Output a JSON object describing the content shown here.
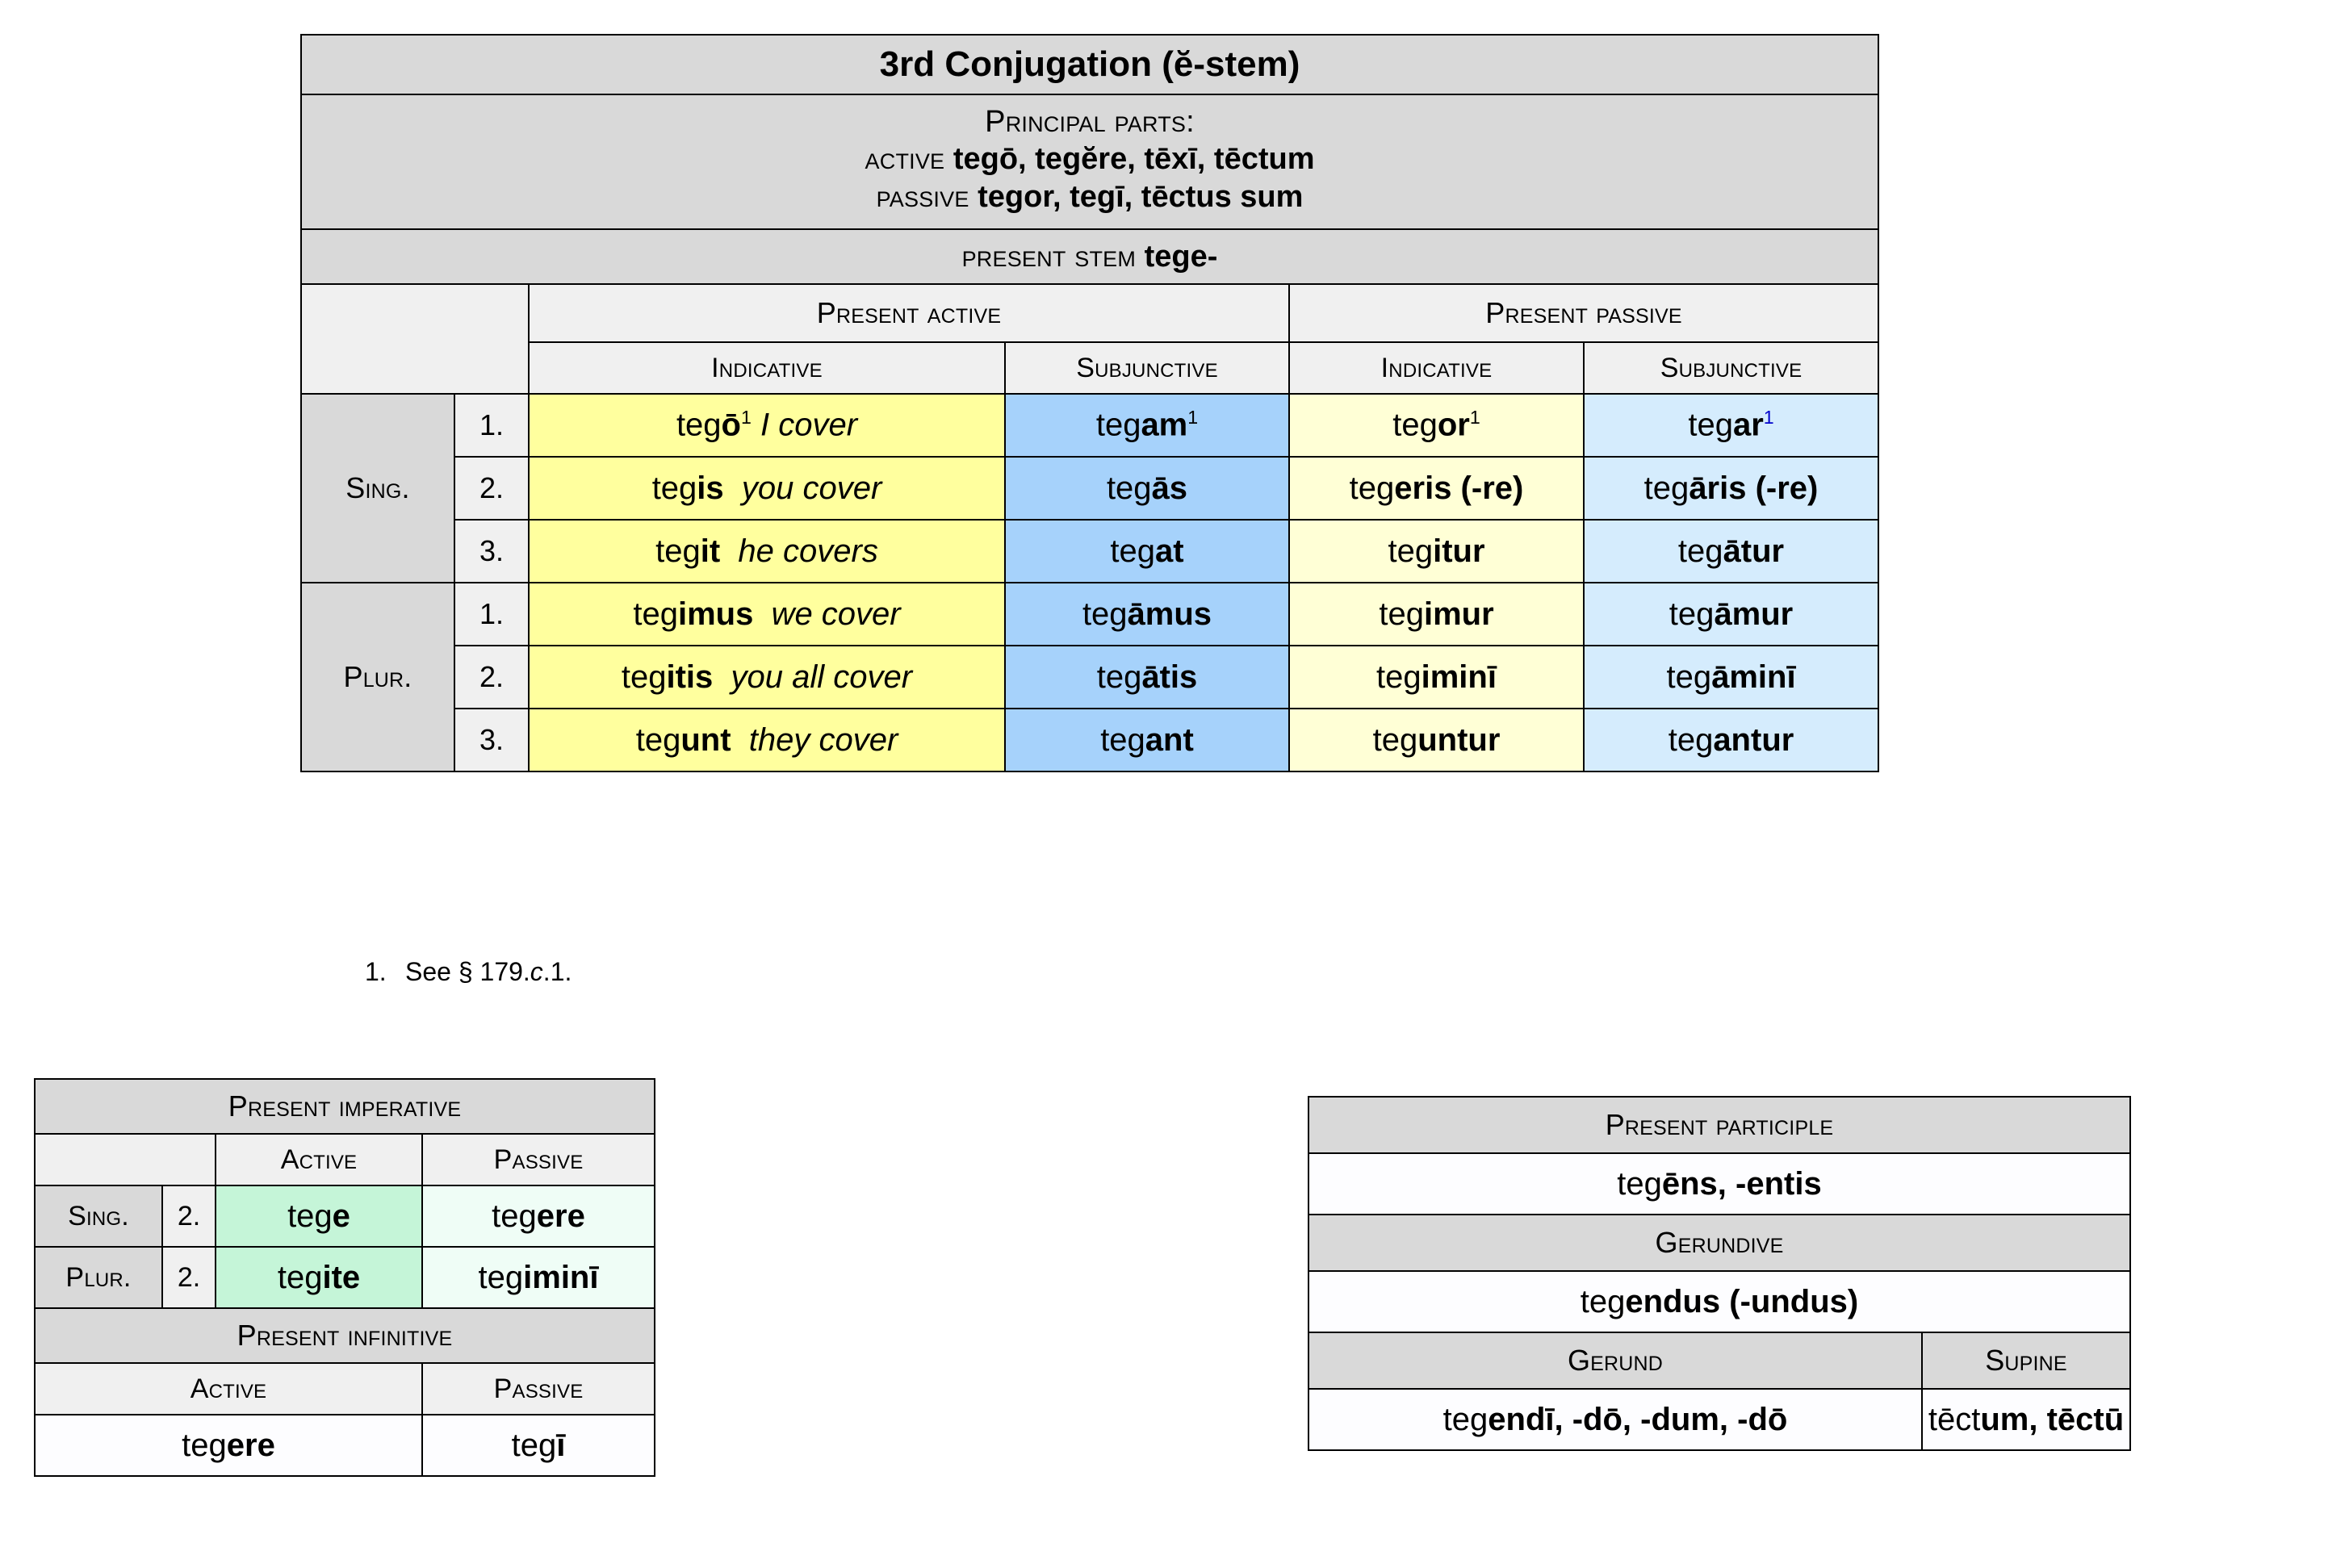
{
  "main_table": {
    "title": "3rd Conjugation (ĕ-stem)",
    "principal_parts": {
      "heading": "Principal Parts:",
      "active_label": "Active",
      "active_forms": "tegō, tegĕre, tēxī, tēctum",
      "passive_label": "Passive",
      "passive_forms": "tegor, tegī, tēctus sum"
    },
    "present_stem": {
      "label": "Present Stem",
      "value": "tege-"
    },
    "voice_headers": [
      "Present Active",
      "Present Passive"
    ],
    "mood_headers": [
      "Indicative",
      "Subjunctive",
      "Indicative",
      "Subjunctive"
    ],
    "number_labels": {
      "singular": "Sing.",
      "plural": "Plur."
    },
    "rows": [
      {
        "number": "1.",
        "act_ind_stem": "teg",
        "act_ind_ending": "ō",
        "act_ind_sup": "1",
        "act_ind_gloss": "I cover",
        "act_sub_stem": "teg",
        "act_sub_ending": "am",
        "act_sub_sup": "1",
        "pas_ind_stem": "teg",
        "pas_ind_ending": "or",
        "pas_ind_sup": "1",
        "pas_sub_stem": "teg",
        "pas_sub_ending": "ar",
        "pas_sub_sup": "1"
      },
      {
        "number": "2.",
        "act_ind_stem": "teg",
        "act_ind_ending": "is",
        "act_ind_sup": "",
        "act_ind_gloss": "you cover",
        "act_sub_stem": "teg",
        "act_sub_ending": "ās",
        "act_sub_sup": "",
        "pas_ind_stem": "teg",
        "pas_ind_ending": "eris (-re)",
        "pas_ind_sup": "",
        "pas_sub_stem": "teg",
        "pas_sub_ending": "āris (-re)",
        "pas_sub_sup": ""
      },
      {
        "number": "3.",
        "act_ind_stem": "teg",
        "act_ind_ending": "it",
        "act_ind_sup": "",
        "act_ind_gloss": "he covers",
        "act_sub_stem": "teg",
        "act_sub_ending": "at",
        "act_sub_sup": "",
        "pas_ind_stem": "teg",
        "pas_ind_ending": "itur",
        "pas_ind_sup": "",
        "pas_sub_stem": "teg",
        "pas_sub_ending": "ātur",
        "pas_sub_sup": ""
      },
      {
        "number": "1.",
        "act_ind_stem": "teg",
        "act_ind_ending": "imus",
        "act_ind_sup": "",
        "act_ind_gloss": "we cover",
        "act_sub_stem": "teg",
        "act_sub_ending": "āmus",
        "act_sub_sup": "",
        "pas_ind_stem": "teg",
        "pas_ind_ending": "imur",
        "pas_ind_sup": "",
        "pas_sub_stem": "teg",
        "pas_sub_ending": "āmur",
        "pas_sub_sup": ""
      },
      {
        "number": "2.",
        "act_ind_stem": "teg",
        "act_ind_ending": "itis",
        "act_ind_sup": "",
        "act_ind_gloss": "you all cover",
        "act_sub_stem": "teg",
        "act_sub_ending": "ātis",
        "act_sub_sup": "",
        "pas_ind_stem": "teg",
        "pas_ind_ending": "iminī",
        "pas_ind_sup": "",
        "pas_sub_stem": "teg",
        "pas_sub_ending": "āminī",
        "pas_sub_sup": ""
      },
      {
        "number": "3.",
        "act_ind_stem": "teg",
        "act_ind_ending": "unt",
        "act_ind_sup": "",
        "act_ind_gloss": "they cover",
        "act_sub_stem": "teg",
        "act_sub_ending": "ant",
        "act_sub_sup": "",
        "pas_ind_stem": "teg",
        "pas_ind_ending": "untur",
        "pas_ind_sup": "",
        "pas_sub_stem": "teg",
        "pas_sub_ending": "antur",
        "pas_sub_sup": ""
      }
    ]
  },
  "footnote": {
    "number": "1.",
    "text_before": "See § 179.",
    "italic_part": "c",
    "text_after": ".1."
  },
  "imperative_table": {
    "title": "Present Imperative",
    "voice_headers": [
      "Active",
      "Passive"
    ],
    "rows": [
      {
        "number_label": "Sing.",
        "person": "2.",
        "active_stem": "teg",
        "active_ending": "e",
        "passive_stem": "teg",
        "passive_ending": "ere"
      },
      {
        "number_label": "Plur.",
        "person": "2.",
        "active_stem": "teg",
        "active_ending": "ite",
        "passive_stem": "teg",
        "passive_ending": "iminī"
      }
    ],
    "infinitive_title": "Present Infinitive",
    "infinitive_headers": [
      "Active",
      "Passive"
    ],
    "infinitive_active_stem": "teg",
    "infinitive_active_ending": "ere",
    "infinitive_passive_stem": "teg",
    "infinitive_passive_ending": "ī"
  },
  "participle_table": {
    "participle_title": "Present Participle",
    "participle_stem": "teg",
    "participle_ending": "ēns, -entis",
    "gerundive_title": "Gerundive",
    "gerundive_stem": "teg",
    "gerundive_ending": "endus (-undus)",
    "gerund_title": "Gerund",
    "supine_title": "Supine",
    "gerund_stem": "teg",
    "gerund_ending": "endī, -dō, -dum, -dō",
    "supine_stem": "tēct",
    "supine_ending": "um, tēctū"
  },
  "colors": {
    "header_grey": "#d9d9d9",
    "subheader_grey": "#f0f0f0",
    "active_indicative_yellow": "#ffff9e",
    "passive_indicative_yellow": "#ffffd6",
    "active_subjunctive_blue": "#a6d2fb",
    "passive_subjunctive_blue": "#d5ecfd",
    "imperative_active_green": "#c5f5d8",
    "imperative_passive_green": "#effdf6",
    "footnote_marker_blue": "#0000cc"
  }
}
